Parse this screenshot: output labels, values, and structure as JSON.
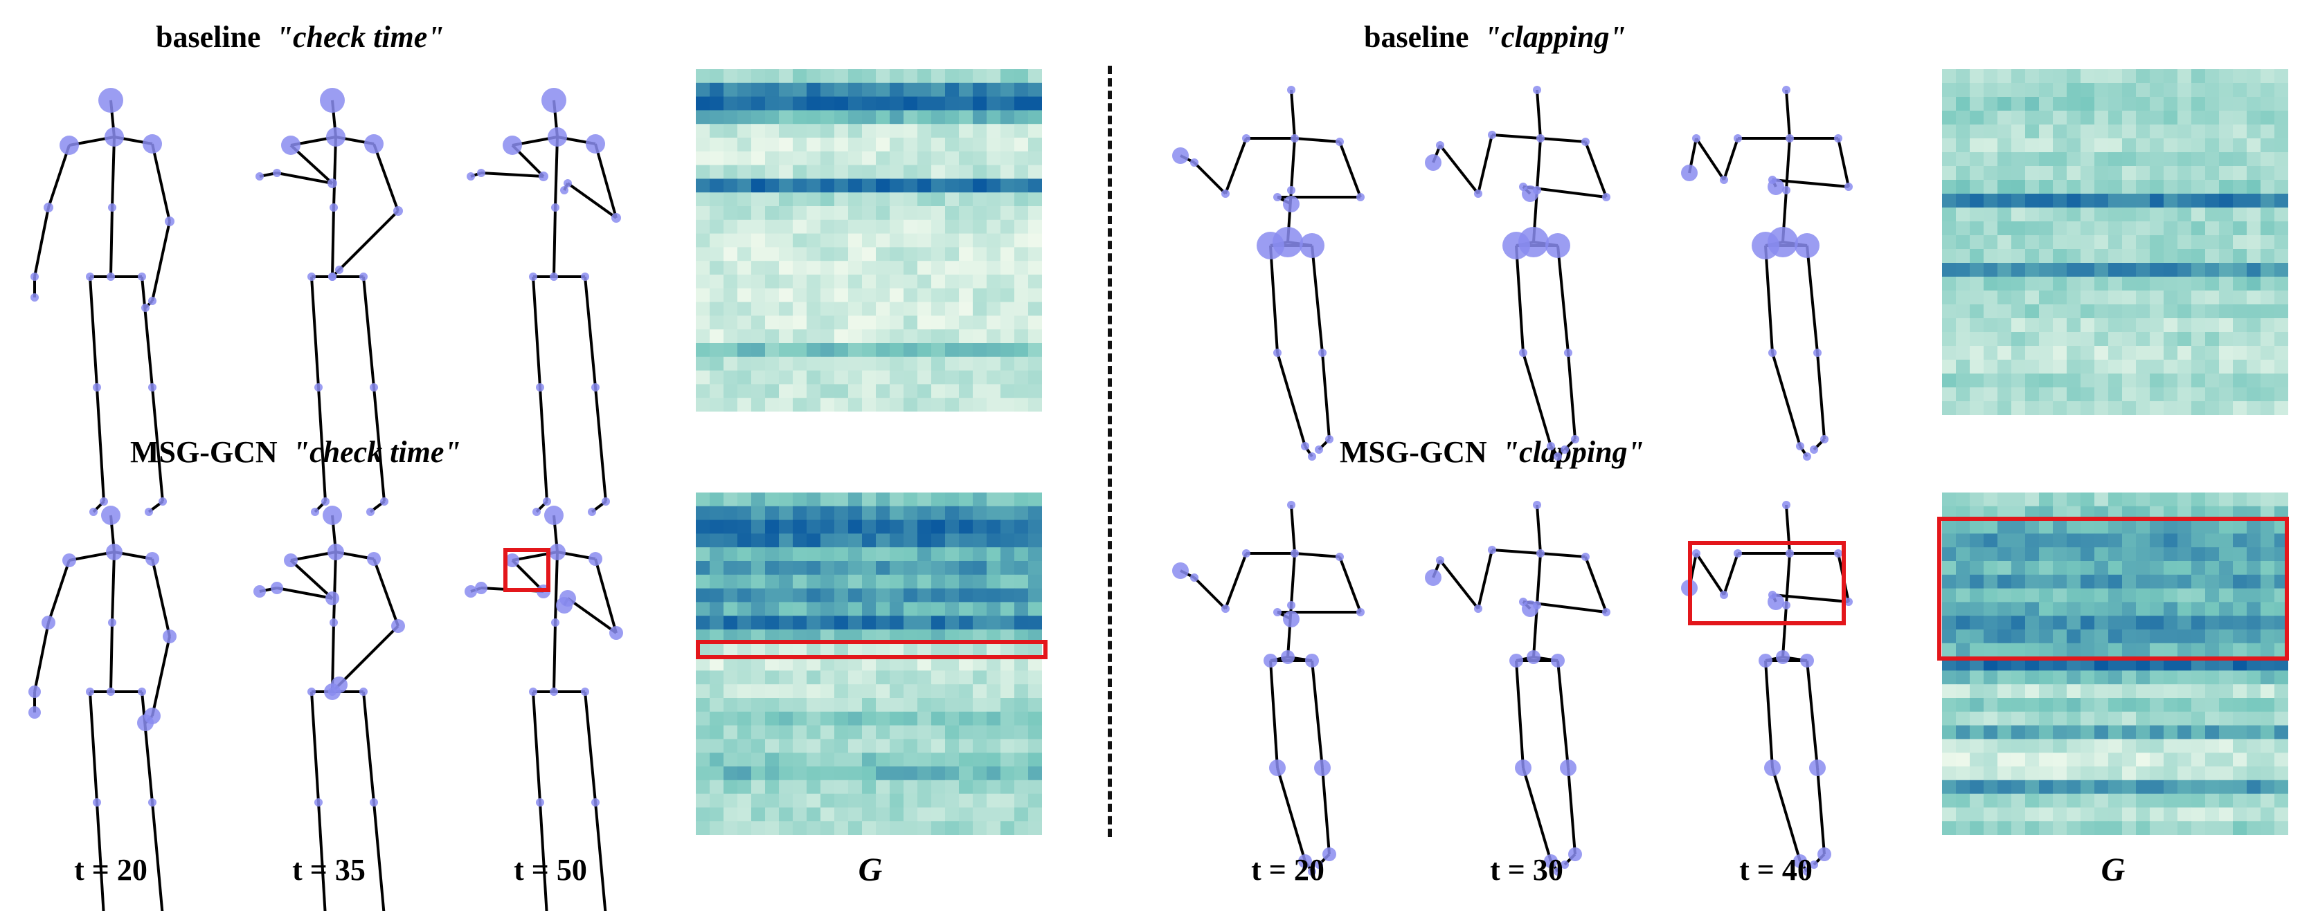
{
  "panels": {
    "left": {
      "baseline_title": {
        "model": "baseline",
        "action": "\"check time\""
      },
      "msg_title": {
        "model": "MSG-GCN",
        "action": "\"check time\""
      },
      "frames": [
        "t = 20",
        "t = 35",
        "t = 50"
      ],
      "matrix_label": "G"
    },
    "right": {
      "baseline_title": {
        "model": "baseline",
        "action": "\"clapping\""
      },
      "msg_title": {
        "model": "MSG-GCN",
        "action": "\"clapping\""
      },
      "frames": [
        "t = 20",
        "t = 30",
        "t = 40"
      ],
      "matrix_label": "G"
    }
  },
  "colors": {
    "joint": "#8a8cf0",
    "bone": "#000000",
    "highlight": "#e3161b",
    "heat_light": "#f4fbee",
    "heat_dark": "#0b5aa0"
  }
}
